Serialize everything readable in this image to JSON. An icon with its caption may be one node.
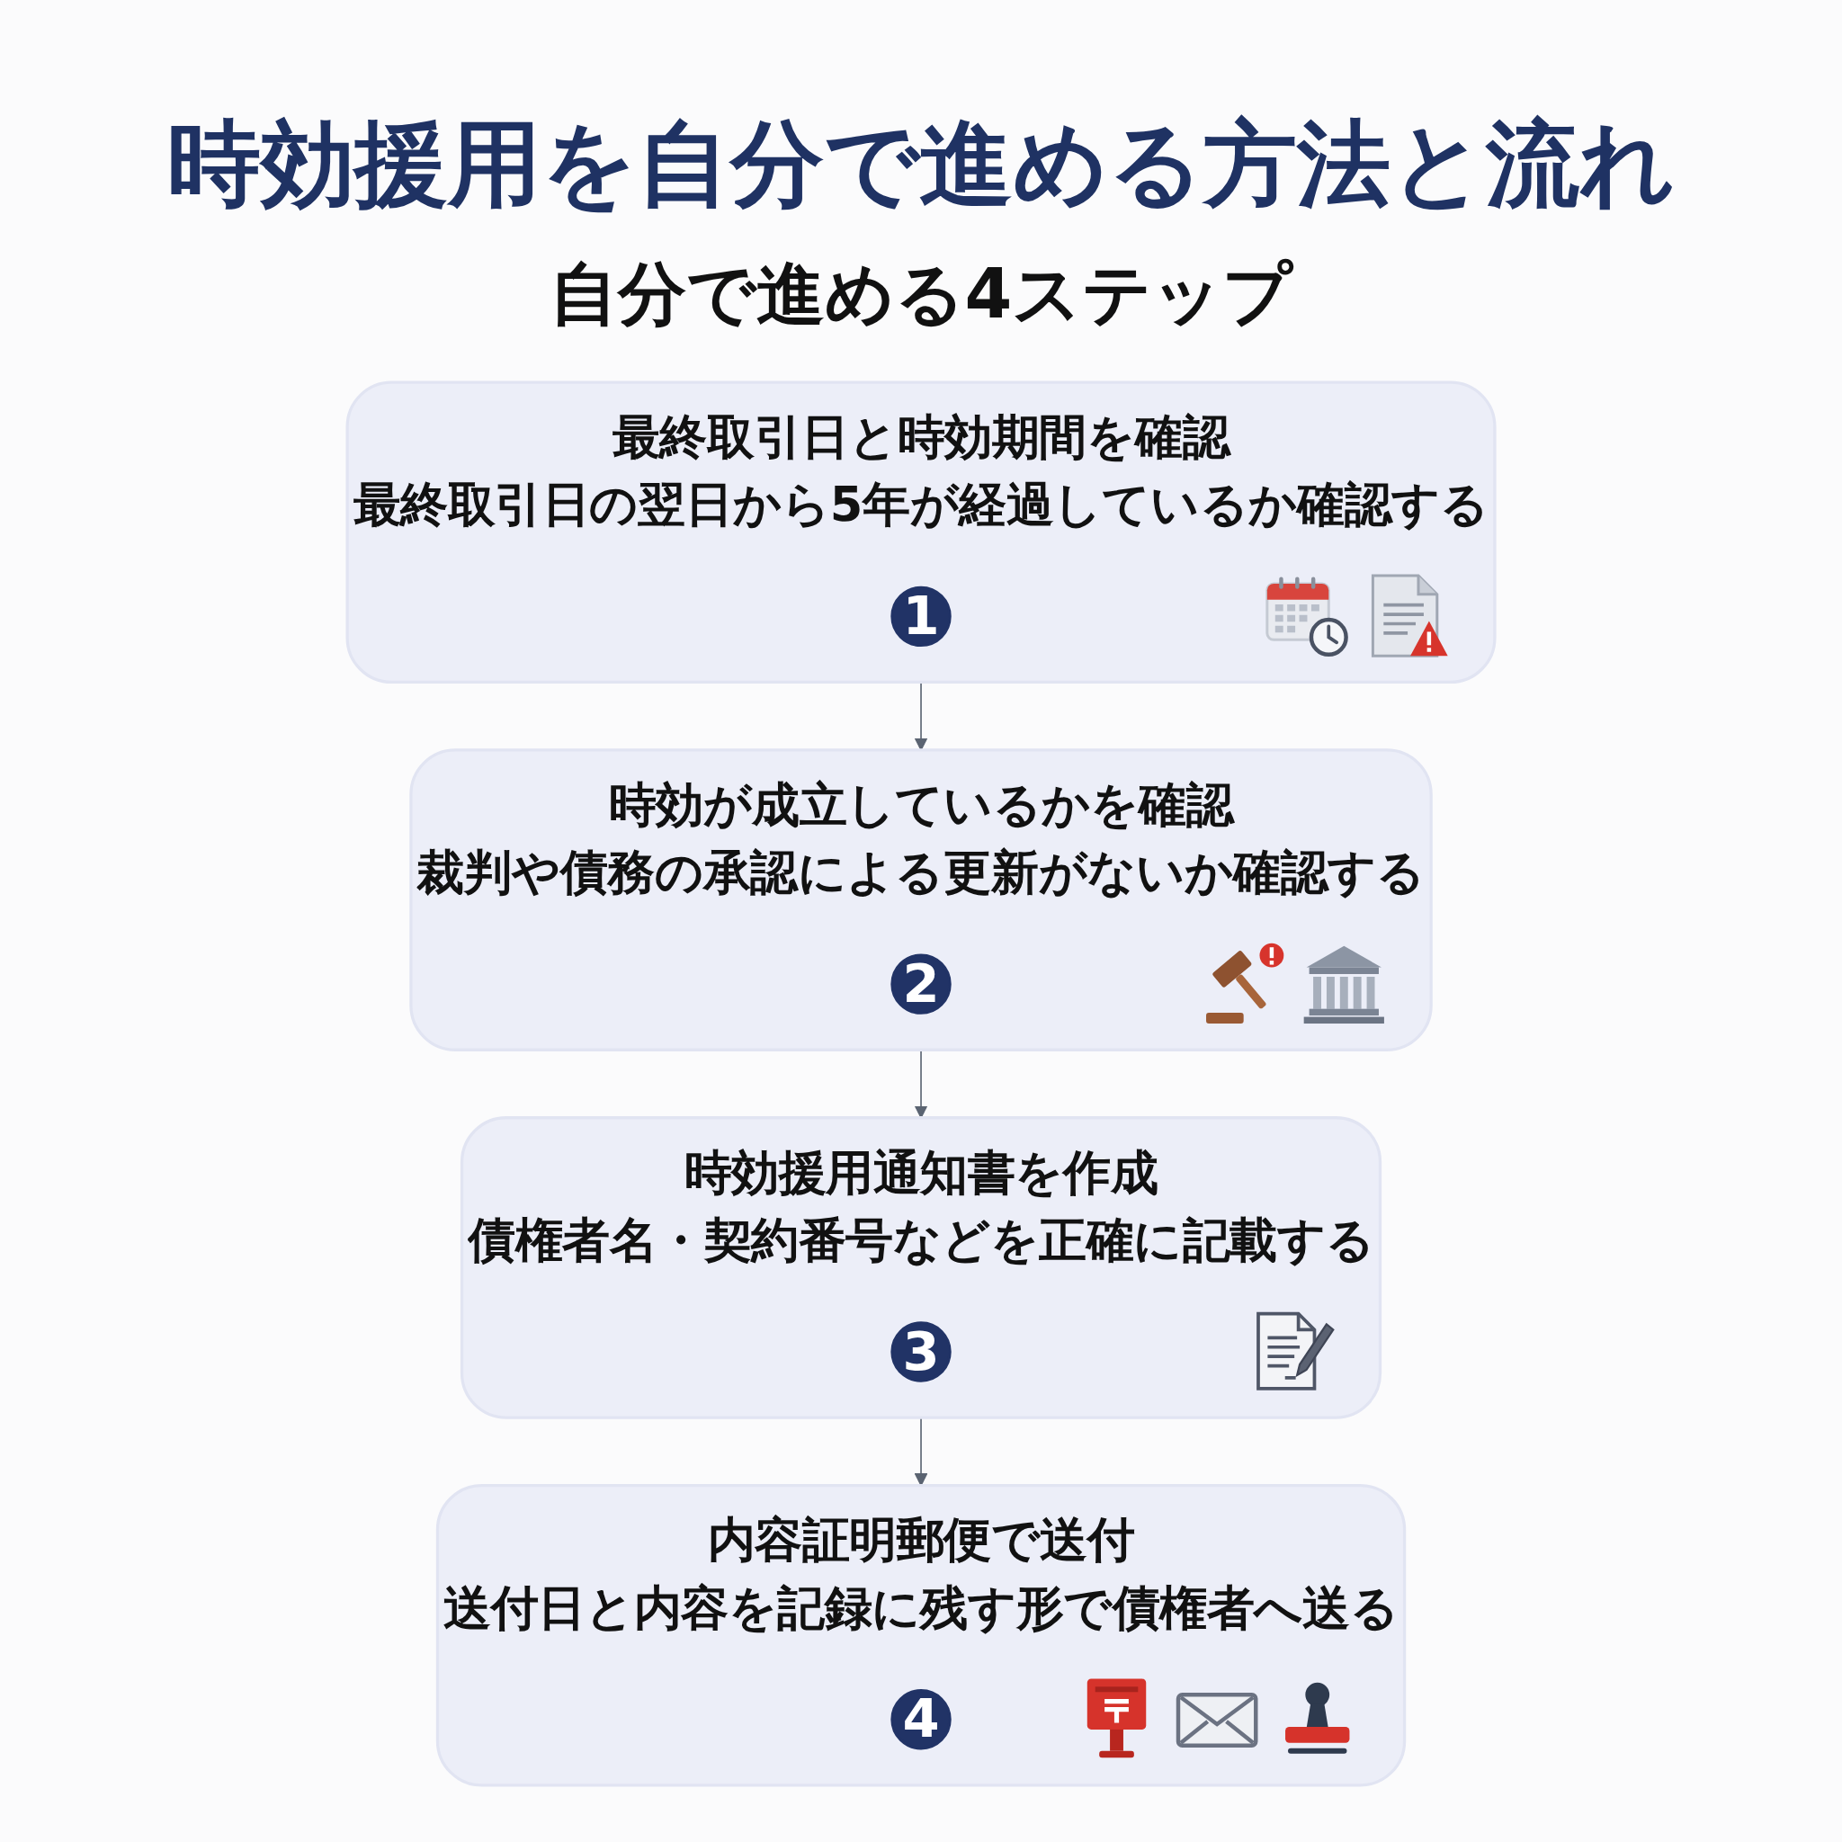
{
  "diagram": {
    "title": "時効援用を自分で進める方法と流れ",
    "nodes": [
      {
        "text": [
          "最終取引日と時効期間を確認",
          "最終取引日の翌日から5年が経過しているか確認する"
        ]
      },
      {
        "text": [
          "1"
        ],
        "in": 0
      },
      {
        "text": [
          "時効が成立しているかを確認",
          "裁判や債務の承認による更新がないか確認する"
        ]
      },
      {
        "text": [
          "2"
        ],
        "in": 2
      },
      {
        "text": [
          "時効援用通知書を作成",
          "債権者名・契約番号などを正確に記載する"
        ]
      },
      {
        "text": [
          "3"
        ],
        "in": 4
      },
      {
        "text": [
          "内容証明郵便で送付",
          "送付日と内容を記録に残す形で債権者へ送る"
        ]
      },
      {
        "text": [
          "4"
        ],
        "in": 6
      }
    ],
    "edges": [
      {
        "from": 0,
        "to": 2,
        "arrow": "to"
      },
      {
        "from": 2,
        "to": 4,
        "arrow": "to"
      },
      {
        "from": 4,
        "to": 6,
        "arrow": "to"
      }
    ],
    "labels": [
      "自分で進める4ステップ"
    ]
  }
}
